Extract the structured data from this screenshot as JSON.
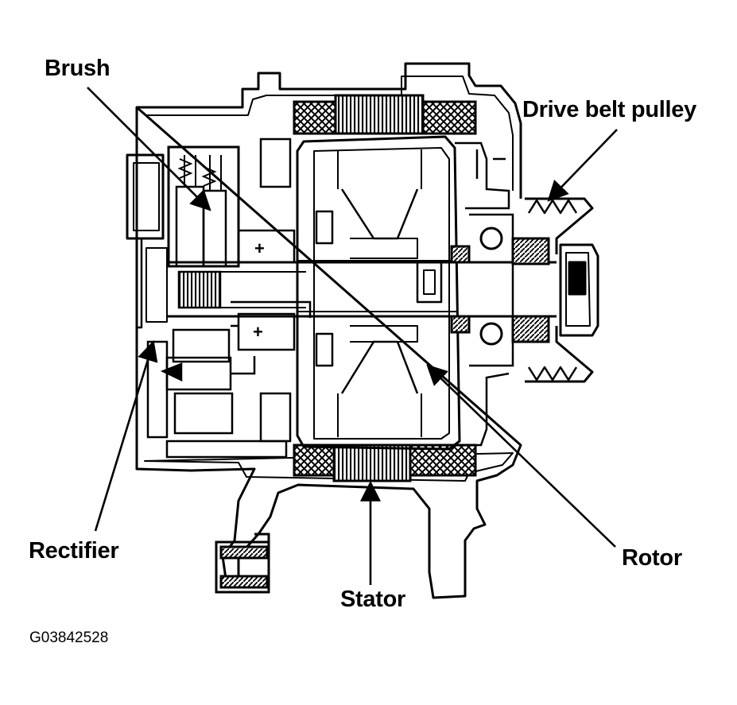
{
  "labels": {
    "brush": "Brush",
    "drive_belt_pulley": "Drive belt pulley",
    "rectifier": "Rectifier",
    "stator": "Stator",
    "rotor": "Rotor"
  },
  "figure_code": "G03842528",
  "colors": {
    "ink": "#000000",
    "paper": "#ffffff"
  }
}
